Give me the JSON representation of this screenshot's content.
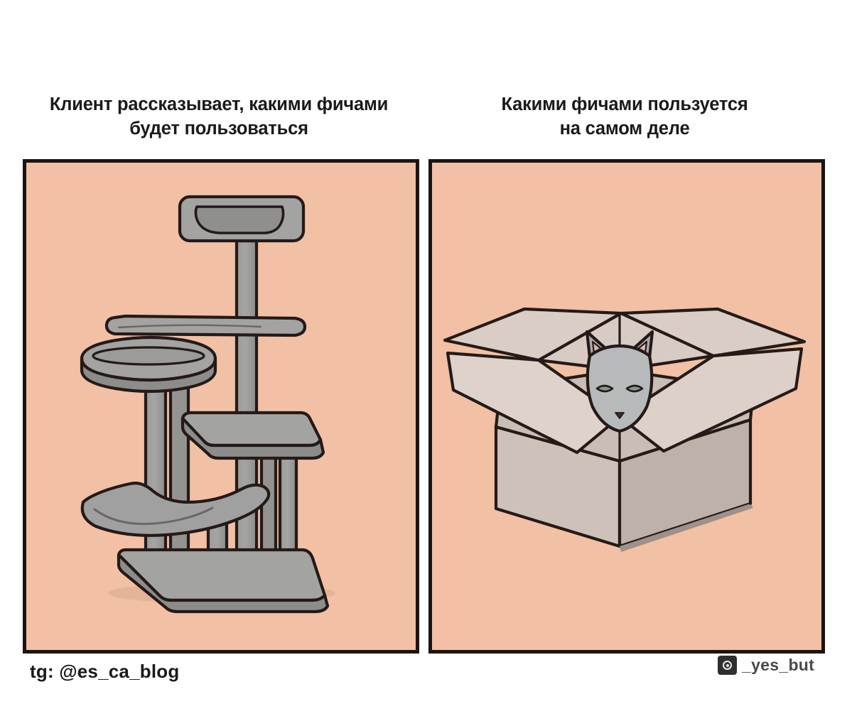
{
  "panels": [
    {
      "id": "expectation",
      "caption": "Клиент рассказывает, какими фичами\nбудет пользоваться",
      "illustration": "cat-tree",
      "background_color": "#F2C0A4",
      "border_color": "#1B1414",
      "object_fill": "#9A9A99",
      "object_shade": "#8A8A89"
    },
    {
      "id": "reality",
      "caption": "Какими фичами пользуется\nна самом деле",
      "illustration": "cat-in-cardboard-box",
      "background_color": "#F2C0A4",
      "border_color": "#1B1414",
      "box_fill_light": "#D8CCC4",
      "box_fill_mid": "#C3B7B0",
      "box_fill_dark": "#B0A49D",
      "cat_fill": "#A9AEAE",
      "cat_ear_inner": "#E6B3B3",
      "cat_eye": "#7E9B86"
    }
  ],
  "footer": {
    "handle": "tg: @es_ca_blog",
    "watermark_label": "_yes_but",
    "watermark_icon": "instagram-icon"
  }
}
